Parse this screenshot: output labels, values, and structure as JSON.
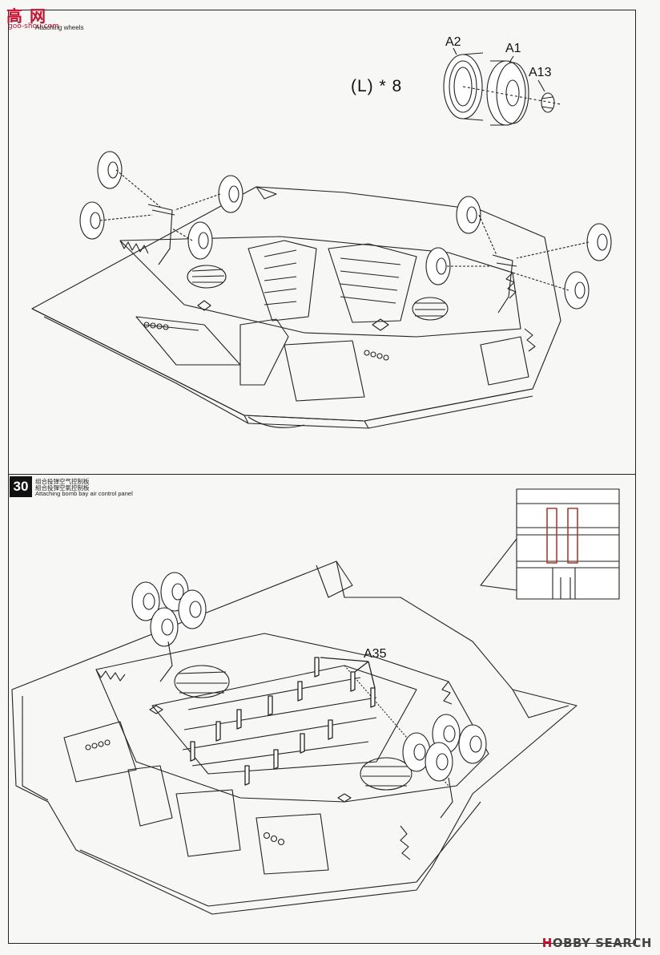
{
  "header": {
    "logo_text": "高",
    "logo_text_2": "网",
    "logo_url": "goo-shou.com",
    "step_29_caption": "Attaching wheels"
  },
  "step_29": {
    "quantity_label": "(L)  * 8",
    "parts": [
      "A2",
      "A1",
      "A13"
    ]
  },
  "step_30": {
    "number": "30",
    "caption_cn_1": "组合投弹空气控制板",
    "caption_cn_2": "組合投彈空氣控制板",
    "caption_en": "Attaching bomb bay air control panel",
    "part": "A35"
  },
  "watermark": {
    "brand_a": "H",
    "brand_b": "OBBY",
    "suffix": "SEARCH"
  },
  "colors": {
    "line": "#222222",
    "highlight": "#b03a2e",
    "logo": "#c8102e"
  }
}
